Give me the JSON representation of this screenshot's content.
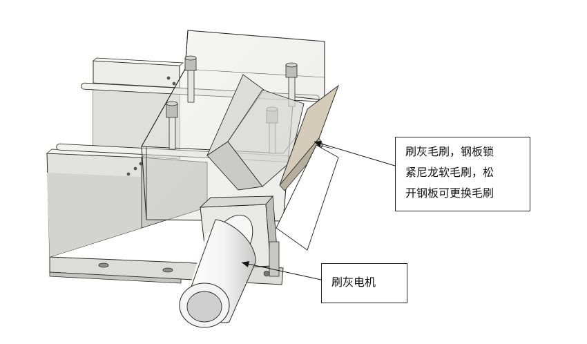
{
  "colors": {
    "line": "#2a2a2a",
    "metal_light": "#ededeb",
    "metal_mid": "#d9d9d5",
    "metal_dark": "#b8b8b3",
    "glass": "#e3e3e1",
    "motor_body": "#f6f6f6",
    "leader": "#111111"
  },
  "callouts": {
    "brush": {
      "lines": [
        "刷灰毛刷，钢板锁",
        "紧尼龙软毛刷，松",
        "开钢板可更换毛刷"
      ]
    },
    "motor": {
      "text": "刷灰电机"
    }
  }
}
